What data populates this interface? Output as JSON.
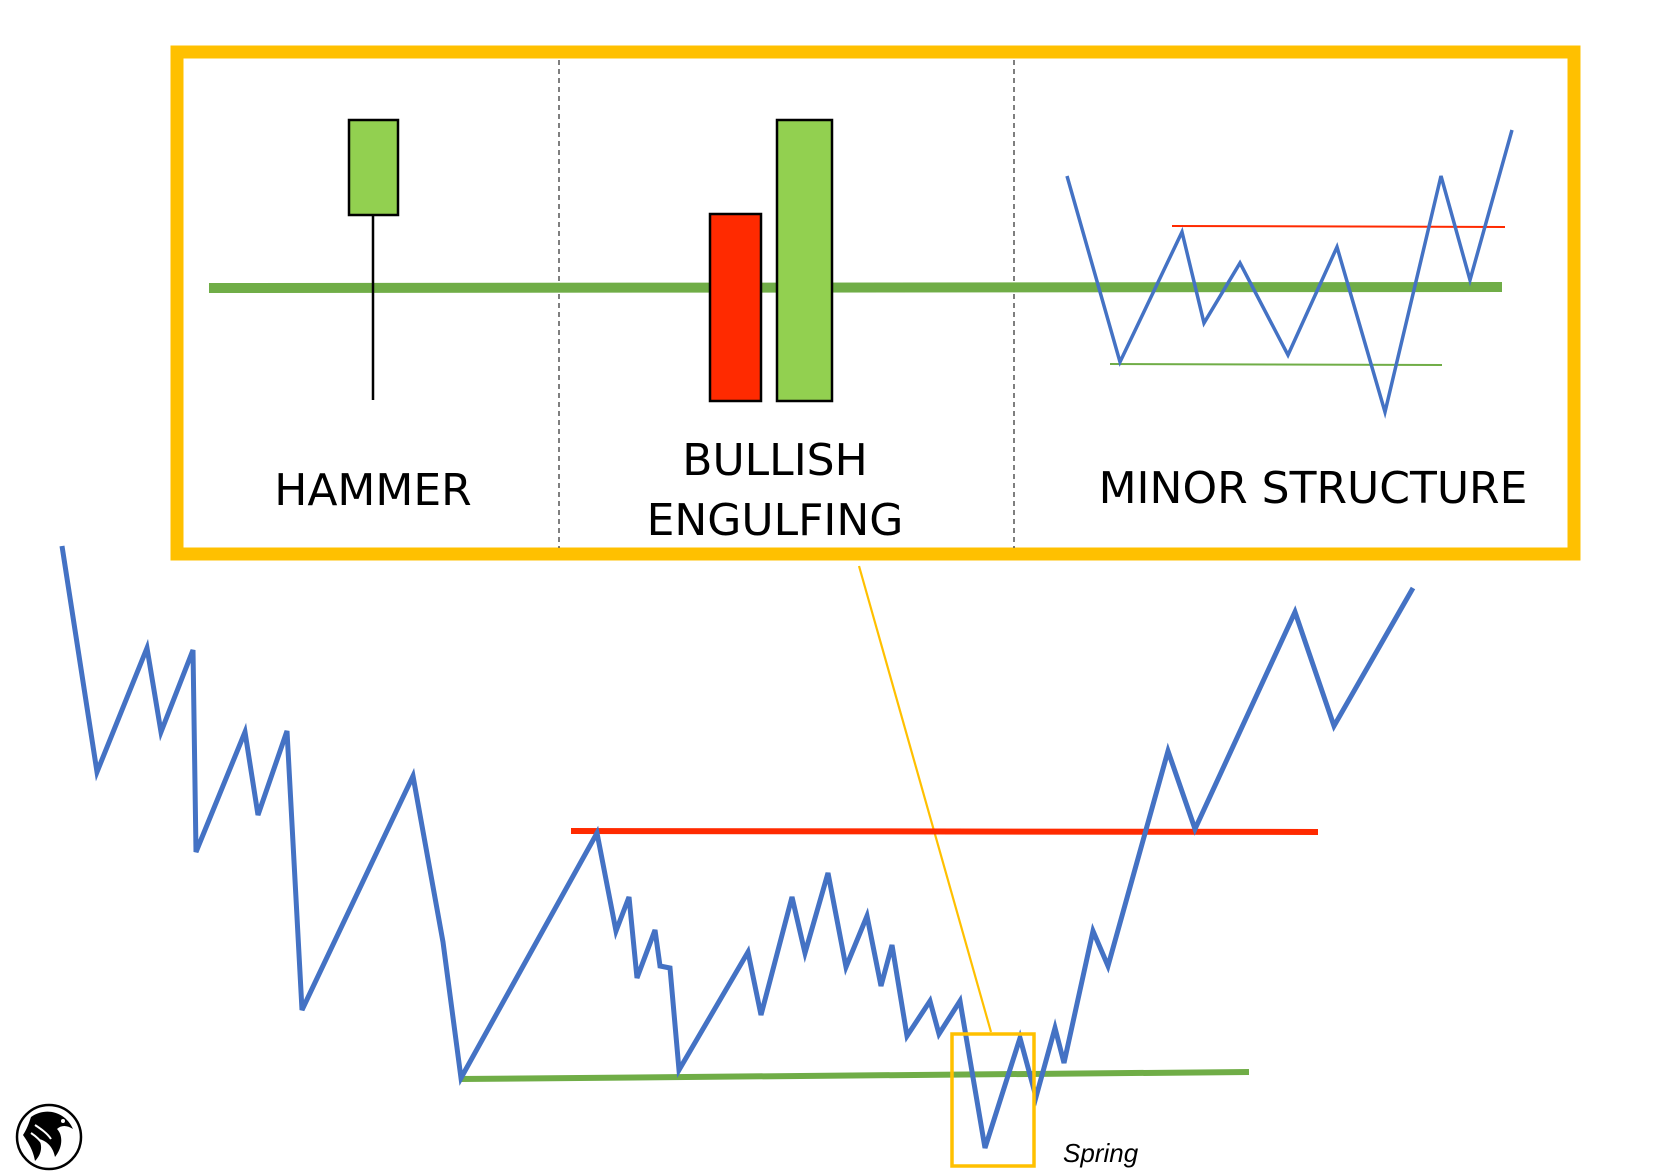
{
  "colors": {
    "frame": "#FFC000",
    "price_line": "#4472C4",
    "support": "#70AD47",
    "resistance": "#FF2A00",
    "bull_candle": "#92D050",
    "bear_candle": "#FF2A00",
    "divider": "#555555",
    "wick": "#000000"
  },
  "panels": {
    "hammer": {
      "label": "HAMMER"
    },
    "engulfing": {
      "label_line1": "BULLISH",
      "label_line2": "ENGULFING"
    },
    "structure": {
      "label": "MINOR STRUCTURE"
    }
  },
  "annotation": {
    "spring_label": "Spring"
  },
  "logo": {
    "name": "eagle-logo-icon"
  }
}
